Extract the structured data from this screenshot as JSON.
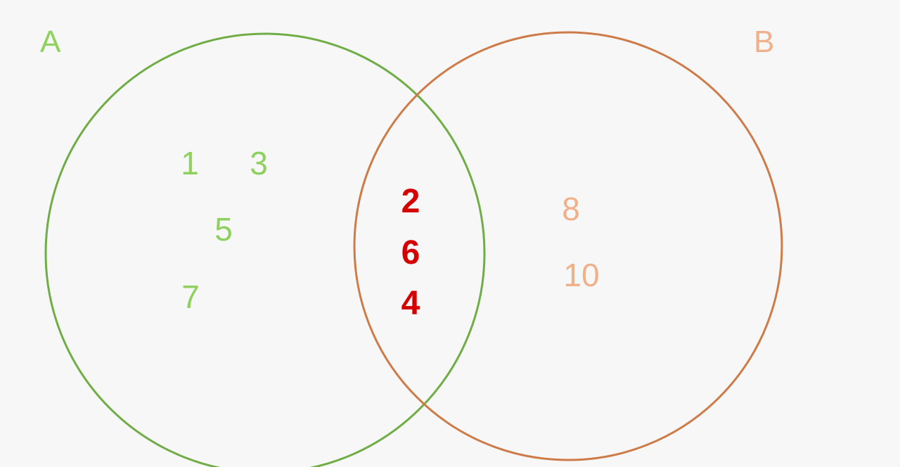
{
  "sets": {
    "a": {
      "label": "A",
      "color": "#70ad47",
      "text_color": "#8ed15f"
    },
    "b": {
      "label": "B",
      "color": "#cd7b48",
      "text_color": "#f0b08a"
    }
  },
  "only_a": [
    "1",
    "3",
    "5",
    "7"
  ],
  "intersection": {
    "values": [
      "2",
      "6",
      "4"
    ],
    "color": "#d40000"
  },
  "only_b": [
    "8",
    "10"
  ]
}
